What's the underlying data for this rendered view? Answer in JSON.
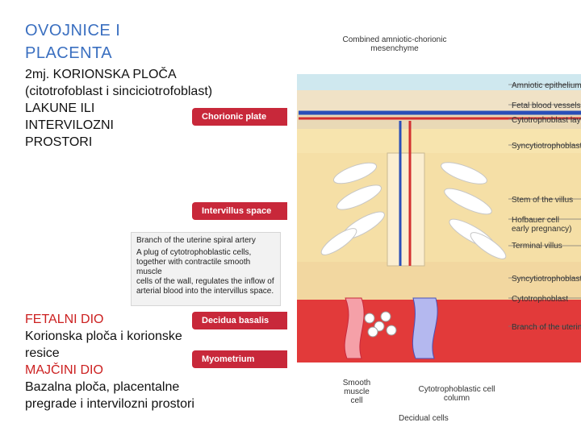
{
  "title": {
    "line1": "OVOJNICE I",
    "line2": "PLACENTA"
  },
  "intro": {
    "l1": "2mj. KORIONSKA PLOČA",
    "l2": "(citotrofoblast i sinciciotrofoblast)",
    "l3": "LAKUNE ILI",
    "l4": "INTERVILOZNI",
    "l5": "PROSTORI"
  },
  "bottom": {
    "fetal_head": "FETALNI DIO",
    "fetal_l1": "Korionska ploča i korionske",
    "fetal_l2": "resice",
    "maternal_head": "MAJČINI DIO",
    "maternal_l1": "Bazalna ploča, placentalne",
    "maternal_l2": "pregrade i intervilozni prostori"
  },
  "badges": {
    "chorionic_plate": "Chorionic plate",
    "intervillus_space": "Intervillus space",
    "decidua_basalis": "Decidua basalis",
    "myometrium": "Myometrium"
  },
  "callout": {
    "heading": "Branch of the uterine spiral artery",
    "l1": "A plug of cytotrophoblastic cells,",
    "l2": "together with contractile smooth muscle",
    "l3": "cells of the wall, regulates the inflow of",
    "l4": "arterial blood into the intervillus space."
  },
  "labels": {
    "mesenchyme_l1": "Combined amniotic-chorionic",
    "mesenchyme_l2": "mesenchyme",
    "amniotic": "Amniotic epithelium",
    "fetal_vessels": "Fetal blood vessels",
    "cytotroph_layer": "Cytotrophoblast layer",
    "syncytio_top": "Syncytiotrophoblast",
    "stem": "Stem of the villus",
    "hofbauer_l1": "Hofbauer cell",
    "hofbauer_l2": "early pregnancy)",
    "terminal": "Terminal villus",
    "syncytio_bottom": "Syncytiotrophoblast",
    "cytotroph_bottom": "Cytotrophoblast",
    "branch_uterine": "Branch of the uterine",
    "smooth_l1": "Smooth",
    "smooth_l2": "muscle",
    "smooth_l3": "cell",
    "cyto_column_l1": "Cytotrophoblastic cell",
    "cyto_column_l2": "column",
    "decidual": "Decidual cells"
  },
  "colors": {
    "title_blue": "#3a6fc0",
    "badge_red": "#c8283a",
    "maternal_red": "#cc2020"
  }
}
